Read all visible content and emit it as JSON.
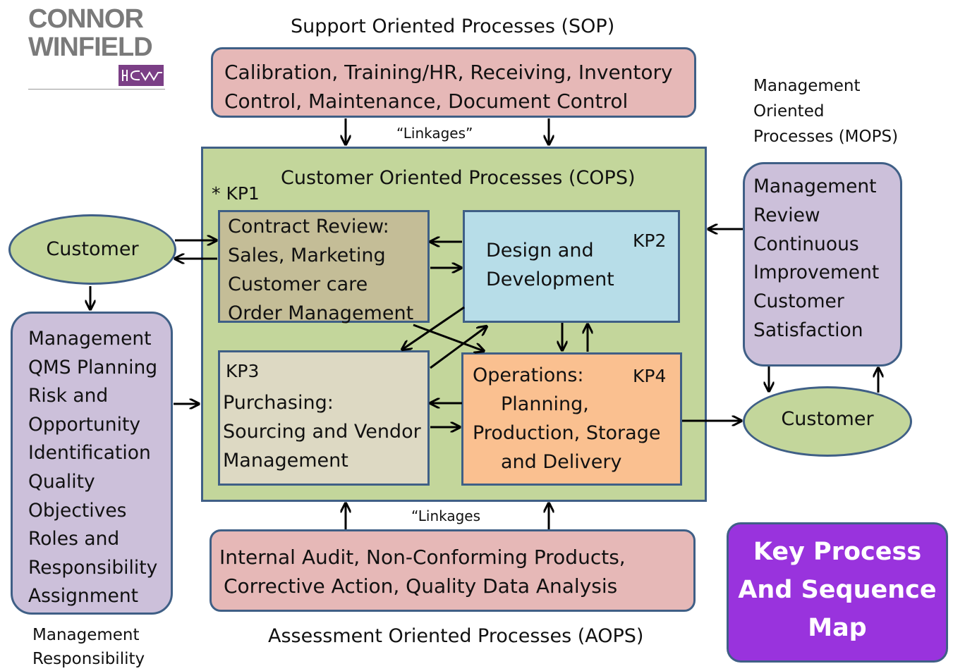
{
  "logo": {
    "line1": "CONNOR",
    "line2": "WINFIELD",
    "mark": "HCW"
  },
  "sop": {
    "title": "Support Oriented Processes (SOP)",
    "lines": [
      "Calibration,  Training/HR, Receiving,  Inventory",
      "Control, Maintenance, Document Control"
    ]
  },
  "linkages_top": "“Linkages”",
  "linkages_bottom": "“Linkages",
  "cops": {
    "title": "Customer Oriented Processes (COPS)",
    "kp1_tag": "* KP1",
    "kp1_lines": [
      "Contract Review:",
      "Sales, Marketing",
      "Customer care",
      "Order Management"
    ],
    "kp2_tag": "KP2",
    "kp2_lines": [
      "Design and",
      "Development"
    ],
    "kp3_tag": "KP3",
    "kp3_lines": [
      "Purchasing:",
      "Sourcing and Vendor",
      "Management"
    ],
    "kp4_tag": "KP4",
    "kp4_lines": [
      "Operations:",
      "Planning,",
      "Production, Storage",
      "and Delivery"
    ]
  },
  "customer_left": "Customer",
  "customer_right": "Customer",
  "management": {
    "lines": [
      "Management",
      "QMS Planning",
      "Risk and",
      "Opportunity",
      "Identification",
      "Quality",
      "Objectives",
      "Roles and",
      "Responsibility",
      "Assignment"
    ],
    "caption_lines": [
      "Management",
      "Responsibility"
    ]
  },
  "mops": {
    "title_lines": [
      "Management",
      "Oriented",
      "Processes (MOPS)"
    ],
    "lines": [
      "Management",
      "Review",
      "Continuous",
      "Improvement",
      "Customer",
      "Satisfaction"
    ]
  },
  "aops": {
    "title": "Assessment Oriented Processes (AOPS)",
    "lines": [
      "Internal Audit,  Non-Conforming Products,",
      "Corrective Action, Quality Data Analysis"
    ]
  },
  "key_map": {
    "lines": [
      "Key Process",
      "And Sequence",
      "Map"
    ]
  },
  "colors": {
    "sop_fill": "#e6b8b7",
    "cops_fill": "#c3d69b",
    "kp1_fill": "#c4bd97",
    "kp2_fill": "#b7dde8",
    "kp3_fill": "#ddd9c3",
    "kp4_fill": "#fac090",
    "ellipse_fill": "#c3d69b",
    "side_fill": "#ccc0da",
    "key_fill": "#9933dd",
    "border": "#3f5f86"
  }
}
